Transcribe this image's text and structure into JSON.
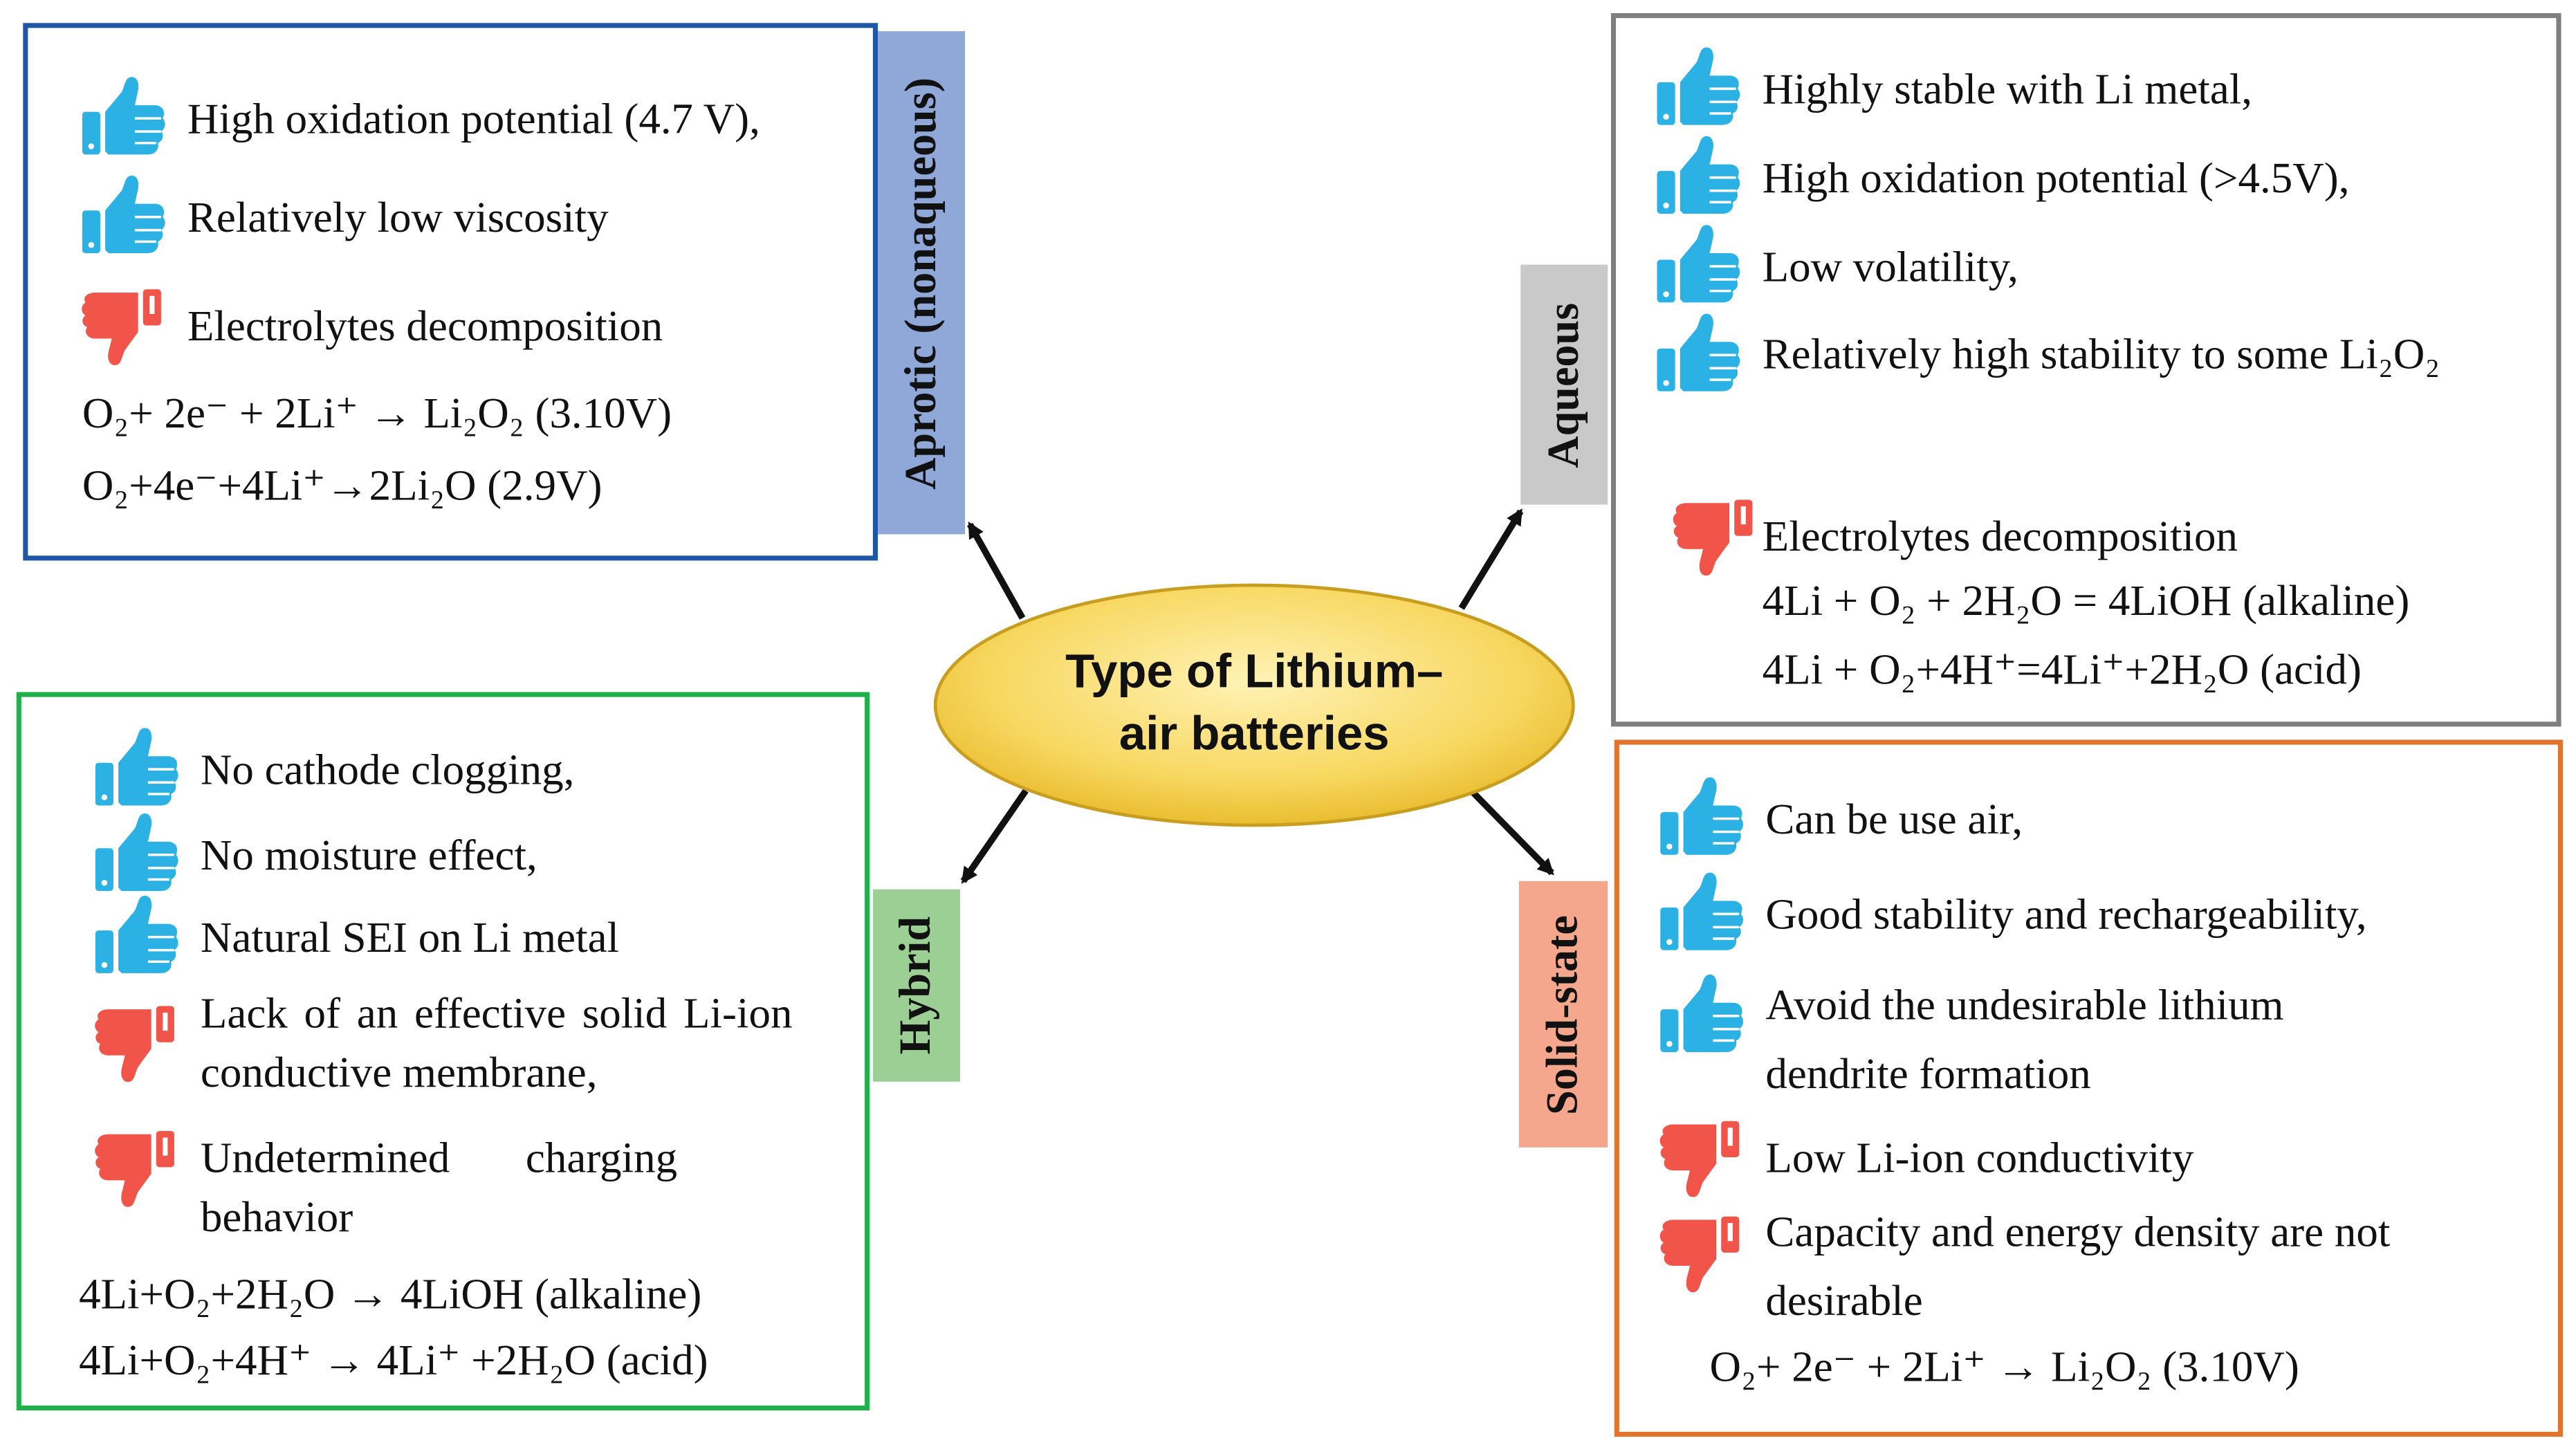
{
  "center": {
    "line1": "Type of Lithium–",
    "line2": "air batteries"
  },
  "colors": {
    "aprotic": "#1f56a6",
    "aqueous": "#7f7f7f",
    "hybrid": "#21b14c",
    "solid": "#e2732c",
    "thumbs_up": "#2bb1e3",
    "thumbs_down": "#f1554a",
    "ellipse": "#f5d25c"
  },
  "icons": {
    "pro": "thumbs-up-icon",
    "con": "thumbs-down-icon"
  },
  "aprotic": {
    "label": "Aprotic (nonaqueous)",
    "items": [
      {
        "kind": "pro",
        "text": "High oxidation potential (4.7 V),"
      },
      {
        "kind": "pro",
        "text": "Relatively low viscosity"
      },
      {
        "kind": "con",
        "text": "Electrolytes decomposition"
      }
    ],
    "eq1": "O₂+ 2e⁻ + 2Li⁺ → Li₂O₂ (3.10V)",
    "eq2": "O₂+4e⁻+4Li⁺→2Li₂O  (2.9V)"
  },
  "aqueous": {
    "label": "Aqueous",
    "items": [
      {
        "kind": "pro",
        "text": "Highly stable with Li metal,"
      },
      {
        "kind": "pro",
        "text": "High oxidation potential (>4.5V),"
      },
      {
        "kind": "pro",
        "text": "Low volatility,"
      },
      {
        "kind": "pro",
        "text": "Relatively high stability to some Li₂O₂"
      },
      {
        "kind": "con",
        "text": "Electrolytes decomposition"
      }
    ],
    "eq1": "4Li + O₂ + 2H₂O = 4LiOH (alkaline)",
    "eq2": "4Li + O₂+4H⁺=4Li⁺+2H₂O (acid)"
  },
  "hybrid": {
    "label": "Hybrid",
    "items": [
      {
        "kind": "pro",
        "text": "No cathode clogging,"
      },
      {
        "kind": "pro",
        "text": "No moisture effect,"
      },
      {
        "kind": "pro",
        "text": "Natural SEI on Li metal"
      },
      {
        "kind": "con",
        "text": "Lack of an effective solid Li-ion conductive membrane,"
      },
      {
        "kind": "con",
        "text": "Undetermined charging behavior"
      }
    ],
    "eq1": "4Li+O₂+2H₂O → 4LiOH (alkaline)",
    "eq2": "4Li+O₂+4H⁺ → 4Li⁺ +2H₂O (acid)"
  },
  "solid": {
    "label": "Solid-state",
    "items": [
      {
        "kind": "pro",
        "text": "Can be use air,"
      },
      {
        "kind": "pro",
        "text": "Good stability and rechargeability,"
      },
      {
        "kind": "pro",
        "text": "Avoid the undesirable lithium dendrite formation"
      },
      {
        "kind": "con",
        "text": "Low Li-ion conductivity"
      },
      {
        "kind": "con",
        "text": "Capacity and energy density are not desirable"
      }
    ],
    "eq1": "O₂+ 2e⁻ + 2Li⁺ → Li₂O₂ (3.10V)"
  }
}
